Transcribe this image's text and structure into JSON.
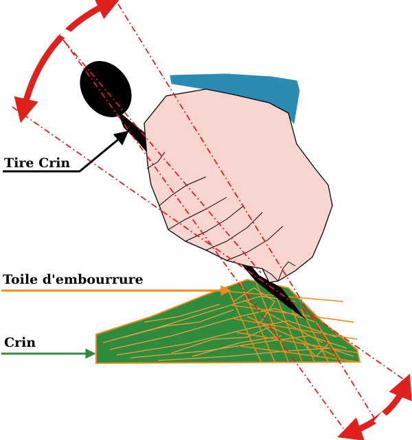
{
  "labels": {
    "tire_crin": "Tire Crin",
    "toile": "Toile d'embourrure",
    "crin": "Crin"
  },
  "colors": {
    "skin": "#f9d5cf",
    "sleeve": "#2b8bb5",
    "tool": "#000000",
    "crin_fill": "#2f8c3c",
    "toile_line": "#f08a1c",
    "crin_arrow": "#2f8c3c",
    "dash": "#e0201c",
    "rotation_arrow": "#e0201c"
  }
}
